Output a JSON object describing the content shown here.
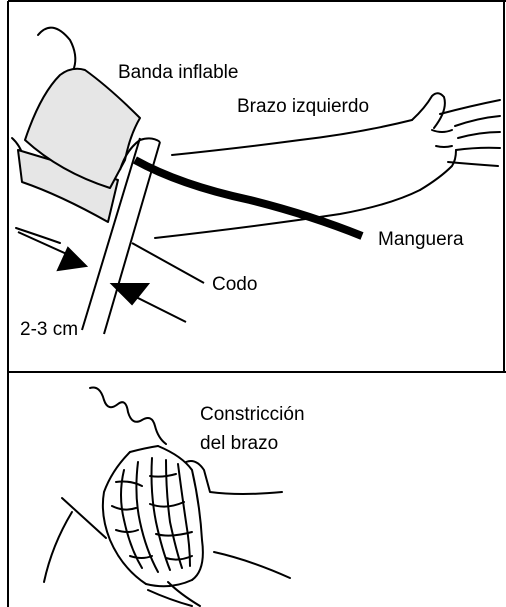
{
  "panel_top": {
    "labels": {
      "cuff": "Banda inflable",
      "left_arm": "Brazo izquierdo",
      "hose": "Manguera",
      "elbow": "Codo",
      "distance": "2-3 cm"
    }
  },
  "panel_bottom": {
    "labels": {
      "constriction_line1": "Constricción",
      "constriction_line2": "del brazo"
    }
  },
  "colors": {
    "line": "#000000",
    "cuff_fill": "#e6e6e6",
    "background": "#ffffff"
  }
}
